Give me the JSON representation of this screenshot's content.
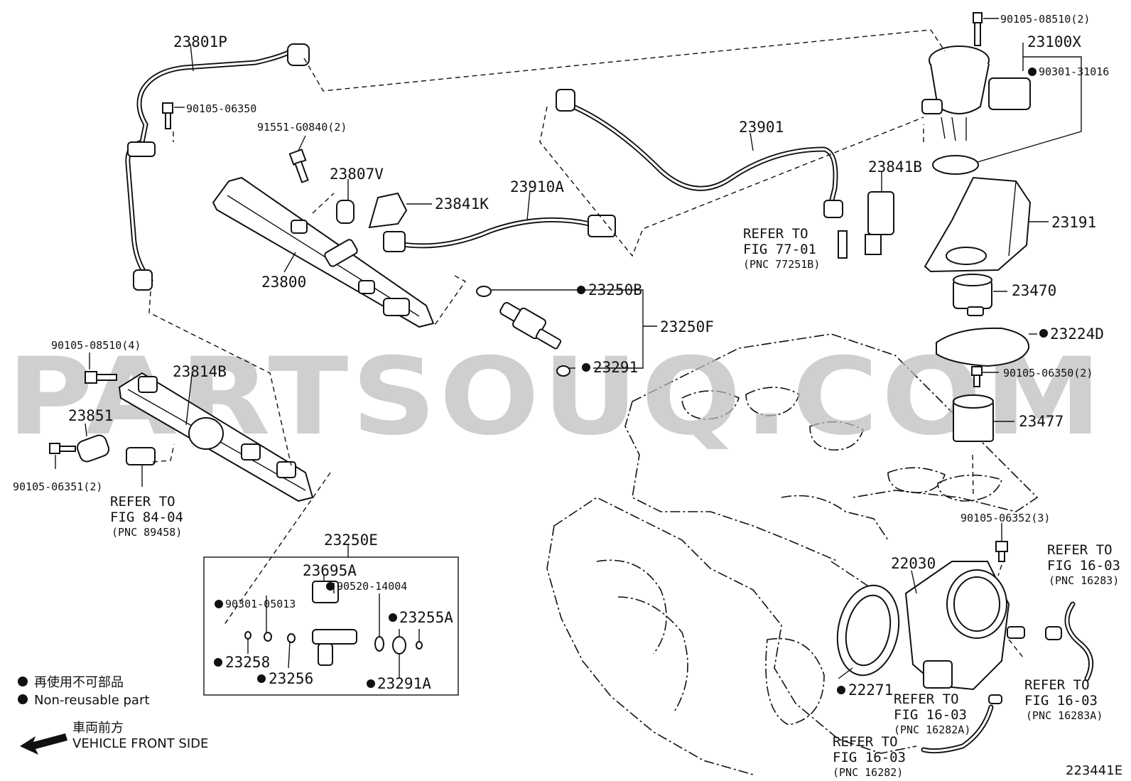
{
  "watermark": "PARTSOUQ.COM",
  "diagram_id": "223441E",
  "legend": {
    "jp": "再使用不可部品",
    "en": "Non-reusable part",
    "front_jp": "車両前方",
    "front_en": "VEHICLE FRONT SIDE"
  },
  "parts": {
    "p23801P": "23801P",
    "p90105_06350": "90105-06350",
    "p91551_G0840": "91551-G0840(2)",
    "p23807V": "23807V",
    "p23841K": "23841K",
    "p23910A": "23910A",
    "p23800": "23800",
    "p23901": "23901",
    "p23841B": "23841B",
    "p90105_08510_2": "90105-08510(2)",
    "p23100X": "23100X",
    "p90301_31016": "90301-31016",
    "p23191": "23191",
    "p23470": "23470",
    "p23224D": "23224D",
    "p90105_06350_2": "90105-06350(2)",
    "p23477": "23477",
    "p23250B": "23250B",
    "p23250F": "23250F",
    "p23291": "23291",
    "p90105_08510_4": "90105-08510(4)",
    "p23814B": "23814B",
    "p23851": "23851",
    "p90105_06351_2": "90105-06351(2)",
    "p23250E": "23250E",
    "p23695A": "23695A",
    "p90520_14004": "90520-14004",
    "p90301_05013": "90301-05013",
    "p23255A": "23255A",
    "p23258": "23258",
    "p23256": "23256",
    "p23291A": "23291A",
    "p90105_06352_3": "90105-06352(3)",
    "p22030": "22030",
    "p22271": "22271"
  },
  "refs": {
    "r77": {
      "line1": "REFER TO",
      "line2": "FIG 77-01",
      "line3": "(PNC 77251B)"
    },
    "r84": {
      "line1": "REFER TO",
      "line2": "FIG 84-04",
      "line3": "(PNC 89458)"
    },
    "r16283": {
      "line1": "REFER TO",
      "line2": "FIG 16-03",
      "line3": "(PNC 16283)"
    },
    "r16282A": {
      "line1": "REFER TO",
      "line2": "FIG 16-03",
      "line3": "(PNC 16282A)"
    },
    "r16283A": {
      "line1": "REFER TO",
      "line2": "FIG 16-03",
      "line3": "(PNC 16283A)"
    },
    "r16282": {
      "line1": "REFER TO",
      "line2": "FIG 16-03",
      "line3": "(PNC 16282)"
    }
  }
}
